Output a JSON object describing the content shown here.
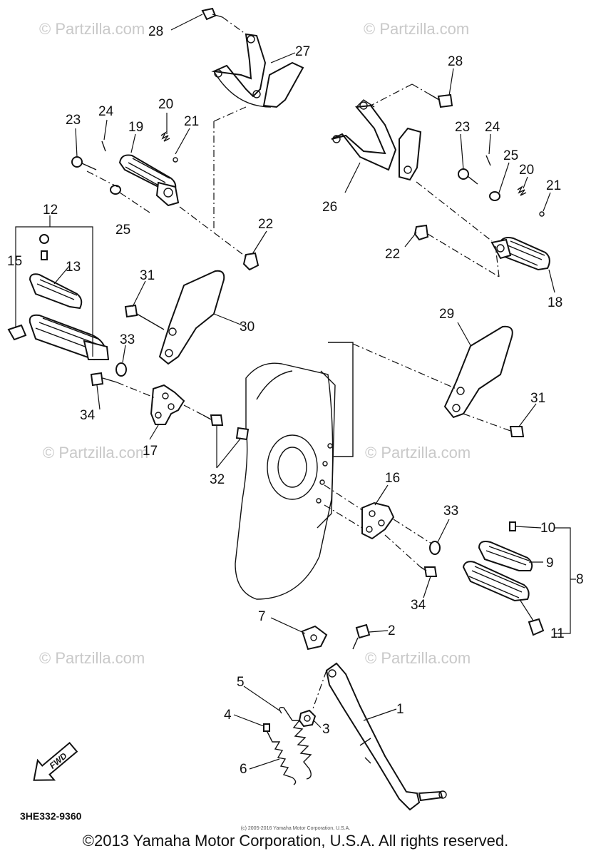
{
  "diagram": {
    "watermark_text": "© Partzilla.com",
    "fwd_label": "FWD",
    "catalog_number": "3HE332-9360",
    "small_copyright": "(c) 2005-2016 Yamaha Motor Corporation, U.S.A.",
    "copyright": "©2013 Yamaha Motor Corporation, U.S.A. All rights reserved.",
    "callouts": {
      "c1": "1",
      "c2": "2",
      "c3": "3",
      "c4": "4",
      "c5": "5",
      "c6": "6",
      "c7": "7",
      "c8": "8",
      "c9": "9",
      "c10": "10",
      "c11": "11",
      "c12": "12",
      "c13": "13",
      "c15": "15",
      "c16": "16",
      "c17": "17",
      "c18": "18",
      "c19": "19",
      "c20a": "20",
      "c20b": "20",
      "c21a": "21",
      "c21b": "21",
      "c22a": "22",
      "c22b": "22",
      "c23a": "23",
      "c23b": "23",
      "c24a": "24",
      "c24b": "24",
      "c25a": "25",
      "c25b": "25",
      "c26": "26",
      "c27": "27",
      "c28a": "28",
      "c28b": "28",
      "c29": "29",
      "c30": "30",
      "c31a": "31",
      "c31b": "31",
      "c32": "32",
      "c33a": "33",
      "c33b": "33",
      "c34a": "34",
      "c34b": "34"
    }
  }
}
